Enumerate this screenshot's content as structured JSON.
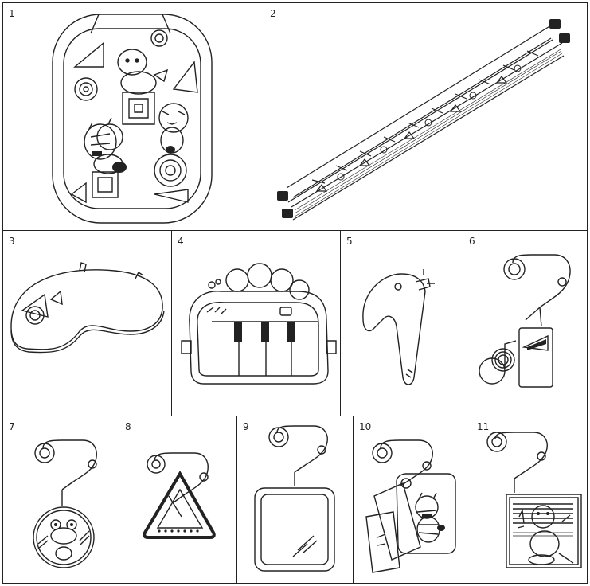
{
  "panels": [
    {
      "number": "1",
      "part": "play-mat"
    },
    {
      "number": "2",
      "part": "toy-arch-bars"
    },
    {
      "number": "3",
      "part": "support-pillow"
    },
    {
      "number": "4",
      "part": "piano-toy"
    },
    {
      "number": "5",
      "part": "arch-connector"
    },
    {
      "number": "6",
      "part": "music-note-rattle"
    },
    {
      "number": "7",
      "part": "frog-disc-toy"
    },
    {
      "number": "8",
      "part": "triangle-rattle"
    },
    {
      "number": "9",
      "part": "mirror-toy"
    },
    {
      "number": "10",
      "part": "picture-cards-toy"
    },
    {
      "number": "11",
      "part": "frog-card-toy"
    }
  ],
  "colors": {
    "line": "#222222",
    "fill": "#ffffff",
    "dark": "#111111"
  }
}
